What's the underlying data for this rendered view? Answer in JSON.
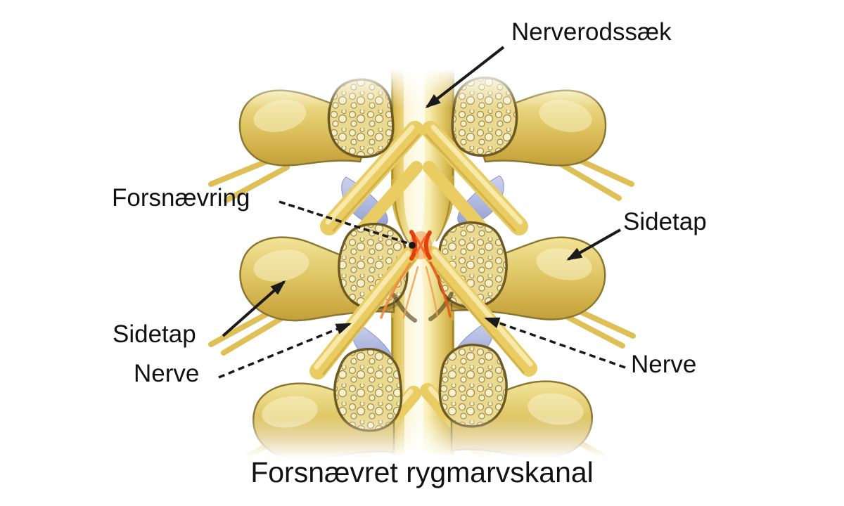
{
  "figure": {
    "title": "Forsnævret rygmarvskanal",
    "labels": {
      "nerve_root_sac": "Nerverodssæk",
      "narrowing": "Forsnævring",
      "side_process_right": "Sidetap",
      "side_process_left": "Sidetap",
      "nerve_left": "Nerve",
      "nerve_right": "Nerve"
    },
    "colors": {
      "background": "#ffffff",
      "bone": "#dcc25e",
      "bone_light": "#f2e49a",
      "bone_outline": "#8d7730",
      "trabecular_fill": "#ead990",
      "nerve_tissue": "#e9cc62",
      "dural_sac_highlight": "#fdf9e0",
      "ligament_blue": "#aab4dc",
      "narrowing_red": "#e2410e",
      "narrowing_orange": "#f08a3c",
      "label_text": "#111111",
      "arrow": "#1a1a1a"
    }
  }
}
